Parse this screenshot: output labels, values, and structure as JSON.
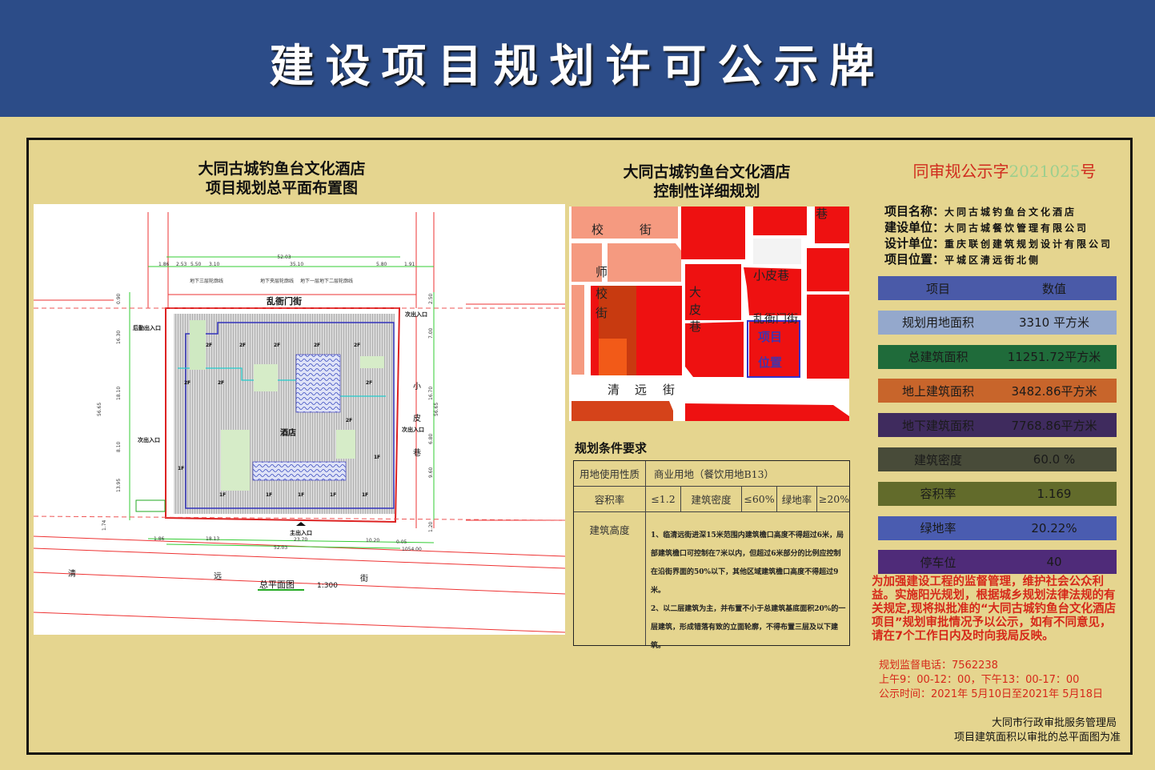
{
  "header": {
    "title": "建设项目规划许可公示牌"
  },
  "plan": {
    "title1": "大同古城钓鱼台文化酒店",
    "title2": "项目规划总平面布置图",
    "street_top": "乱衙门街",
    "street_right": [
      "小",
      "皮",
      "巷"
    ],
    "street_bottom": [
      "清",
      "远",
      "街"
    ],
    "caption": "总平面图",
    "scale": "1:300",
    "hotel": "酒店",
    "main_entrance": "主出入口",
    "side_entrance": "次出入口",
    "logistics_entrance": "后勤出入口",
    "basement_lines": [
      "地下三层轮廓线",
      "地下夹层轮廓线",
      "地下一层地下二层轮廓线"
    ],
    "dims_top": {
      "total": "52.03",
      "parts": [
        "1.86",
        "2.53",
        "5.50",
        "3.10",
        "35.10",
        "5.80",
        "1.91"
      ]
    },
    "dims_bottom": {
      "total": "52.03",
      "parts": [
        "1.86",
        "18.13",
        "23.70",
        "10.20",
        "0.05"
      ],
      "elev": "1054.00"
    },
    "dims_side": [
      "0.90",
      "16.30",
      "18.10",
      "56.65",
      "8.10",
      "13.95",
      "1.74",
      "56.65",
      "2.50",
      "7.00",
      "16.70",
      "6.80",
      "9.60",
      "1.20"
    ],
    "floors": [
      "2F",
      "2F",
      "2F",
      "2F",
      "2F",
      "2F",
      "2F",
      "2F",
      "2F",
      "1F",
      "1F",
      "1F",
      "1F",
      "1F",
      "1F",
      "1F"
    ]
  },
  "map": {
    "title1": "大同古城钓鱼台文化酒店",
    "title2": "控制性详细规划",
    "labels": {
      "xiao": "校",
      "jie": "街",
      "shi": "师",
      "xiao2": "校",
      "jie2": "街",
      "da": "大",
      "dx": "皮",
      "xiang": "巷",
      "xiaopixiang": "小皮巷",
      "luanyamen": "乱衙门街",
      "qing": "清",
      "yuan": "远",
      "jie3": "街",
      "xiang_top": "巷",
      "site1": "项目",
      "site2": "位置"
    }
  },
  "conditions": {
    "title": "规划条件要求",
    "land_use_label": "用地使用性质",
    "land_use": "商业用地（餐饮用地B13）",
    "far_label": "容积率",
    "far": "≤1.2",
    "density_label": "建筑密度",
    "density": "≤60%",
    "green_label": "绿地率",
    "green": "≥20%",
    "height_label": "建筑高度",
    "height_notes": [
      "1、临清远街进深15米范围内建筑檐口高度不得超过6米，局部建筑檐口可控制在7米以内，但超过6米部分的比例应控制在沿街界面的50%以下，其他区域建筑檐口高度不得超过9米。",
      "2、以二层建筑为主，并布置不小于总建筑基底面积20%的一层建筑，形成错落有致的立面轮廓，不得布置三层及以下建筑。"
    ]
  },
  "notice": {
    "prefix": "同审规公示字",
    "number": "2021025",
    "suffix": "号"
  },
  "info": [
    {
      "label": "项目名称：",
      "value": "大同古城钓鱼台文化酒店"
    },
    {
      "label": "建设单位：",
      "value": "大同古城餐饮管理有限公司"
    },
    {
      "label": "设计单位：",
      "value": "重庆联创建筑规划设计有限公司"
    },
    {
      "label": "项目位置：",
      "value": "平城区清远街北侧"
    }
  ],
  "stats": [
    {
      "label": "项目",
      "value": "数值",
      "color": "#4a5aa8"
    },
    {
      "label": "规划用地面积",
      "value": "3310 平方米",
      "color": "#94a8cc"
    },
    {
      "label": "总建筑面积",
      "value": "11251.72平方米",
      "color": "#1f6b3a"
    },
    {
      "label": "地上建筑面积",
      "value": "3482.86平方米",
      "color": "#c8652b"
    },
    {
      "label": "地下建筑面积",
      "value": "7768.86平方米",
      "color": "#3f2b5e"
    },
    {
      "label": "建筑密度",
      "value": "60.0  %",
      "color": "#484b39"
    },
    {
      "label": "容积率",
      "value": "1.169",
      "color": "#626b2b"
    },
    {
      "label": "绿地率",
      "value": "20.22%",
      "color": "#4a5cb0"
    },
    {
      "label": "停车位",
      "value": "40",
      "color": "#4f2b79"
    }
  ],
  "publicity": {
    "text": "为加强建设工程的监督管理，维护社会公众利益。实施阳光规划，根据城乡规划法律法规的有关规定,现将拟批准的“大同古城钓鱼台文化酒店项目”规划审批情况予以公示，如有不同意见，请在7个工作日内及时向我局反映。",
    "phone": "规划监督电话：7562238",
    "hours": "上午9：00-12：00，下午13：00-17：00",
    "period": "公示时间：2021年 5月10日至2021年 5月18日",
    "authority": "大同市行政审批服务管理局",
    "note": "项目建筑面积以审批的总平面图为准"
  }
}
